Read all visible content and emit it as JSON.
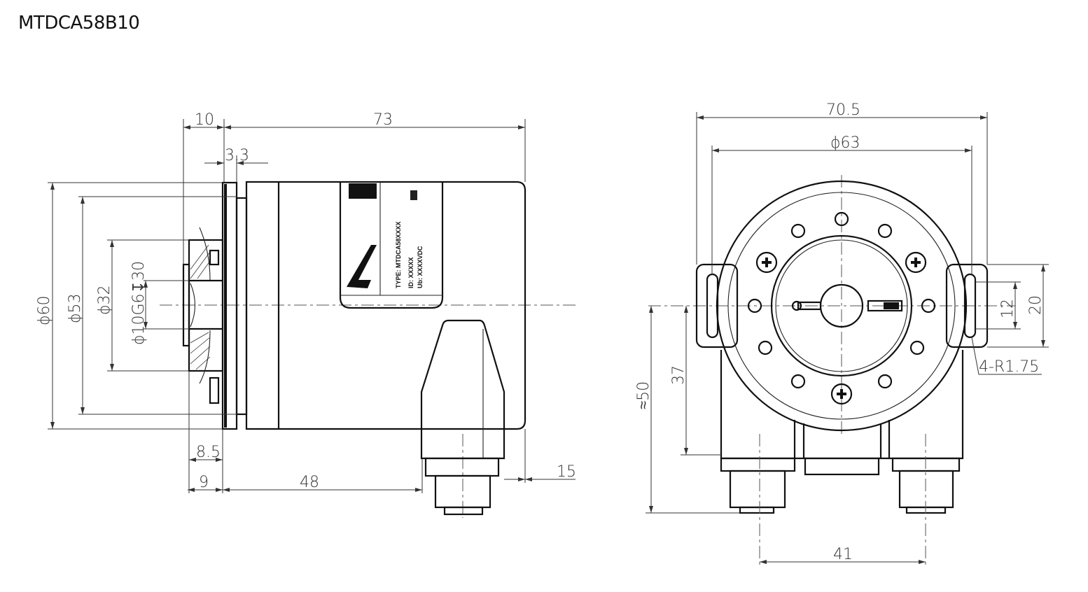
{
  "title": "MTDCA58B10",
  "side_view": {
    "dims": {
      "flange_thickness": "10",
      "body_length": "73",
      "clamp_ring": "3.3",
      "dia_60": "ϕ60",
      "dia_53": "ϕ53",
      "dia_32": "ϕ32",
      "bore": "ϕ10G6↧30",
      "d_8_5": "8.5",
      "d_9": "9",
      "d_48": "48",
      "d_15": "15"
    },
    "label": {
      "type": "TYPE: MTDCA58XXXX",
      "id": "ID:  XXXXX",
      "ub": "Ub:  XXXXVDC"
    }
  },
  "front_view": {
    "dims": {
      "width": "70.5",
      "dia_63": "ϕ63",
      "slot_12": "12",
      "ear_20": "20",
      "radius": "4-R1.75",
      "height_50": "≈50",
      "height_37": "37",
      "conn_41": "41"
    }
  }
}
